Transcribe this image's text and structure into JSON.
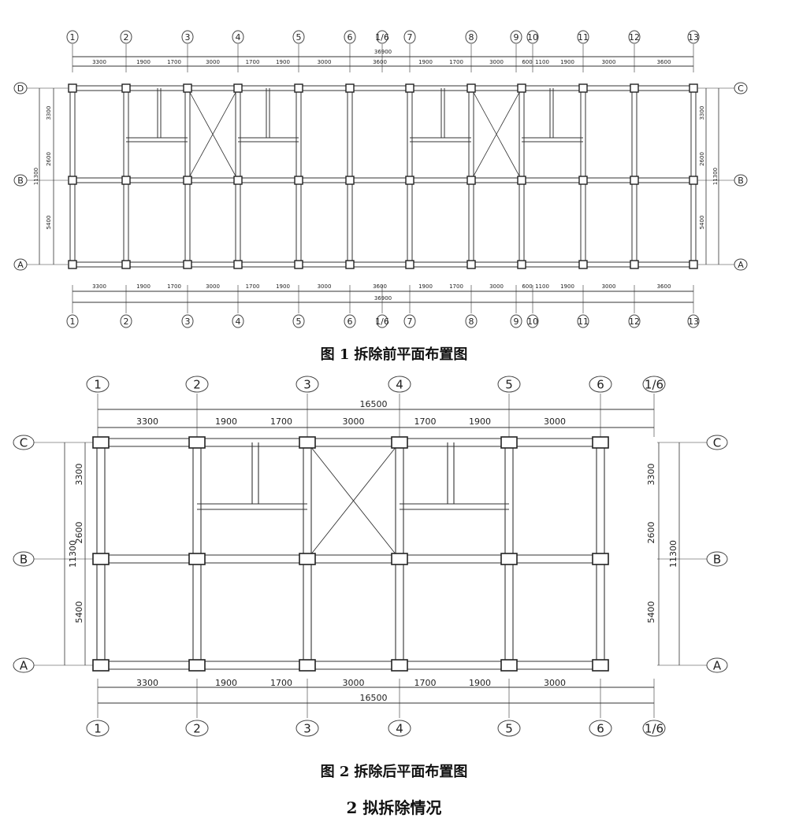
{
  "figure1": {
    "caption_num": "图 1",
    "caption_text": "拆除前平面布置图",
    "grid_labels": [
      "1",
      "2",
      "3",
      "4",
      "5",
      "6",
      "1/6",
      "7",
      "8",
      "9",
      "10",
      "11",
      "12",
      "13"
    ],
    "row_labels_left": [
      "D",
      "B",
      "A"
    ],
    "row_labels_right": [
      "C",
      "B",
      "A"
    ],
    "span_dims": [
      "3300",
      "1900",
      "1700",
      "3000",
      "1700",
      "1900",
      "3000",
      "3600",
      "1900",
      "1700",
      "3000",
      "600",
      "1100",
      "1900",
      "3000",
      "3600"
    ],
    "total_dim": "36900",
    "row_dims": [
      "3300",
      "2600",
      "5400"
    ],
    "total_row_dim": "11300"
  },
  "figure2": {
    "caption_num": "图 2",
    "caption_text": "拆除后平面布置图",
    "grid_labels": [
      "1",
      "2",
      "3",
      "4",
      "5",
      "6",
      "1/6"
    ],
    "row_labels": [
      "C",
      "B",
      "A"
    ],
    "span_dims": [
      "3300",
      "1900",
      "1700",
      "3000",
      "1700",
      "1900",
      "3000"
    ],
    "total_dim": "16500",
    "row_dims": [
      "3300",
      "2600",
      "5400"
    ],
    "total_row_dim": "11300"
  },
  "section": {
    "heading": "2  拟拆除情况"
  }
}
